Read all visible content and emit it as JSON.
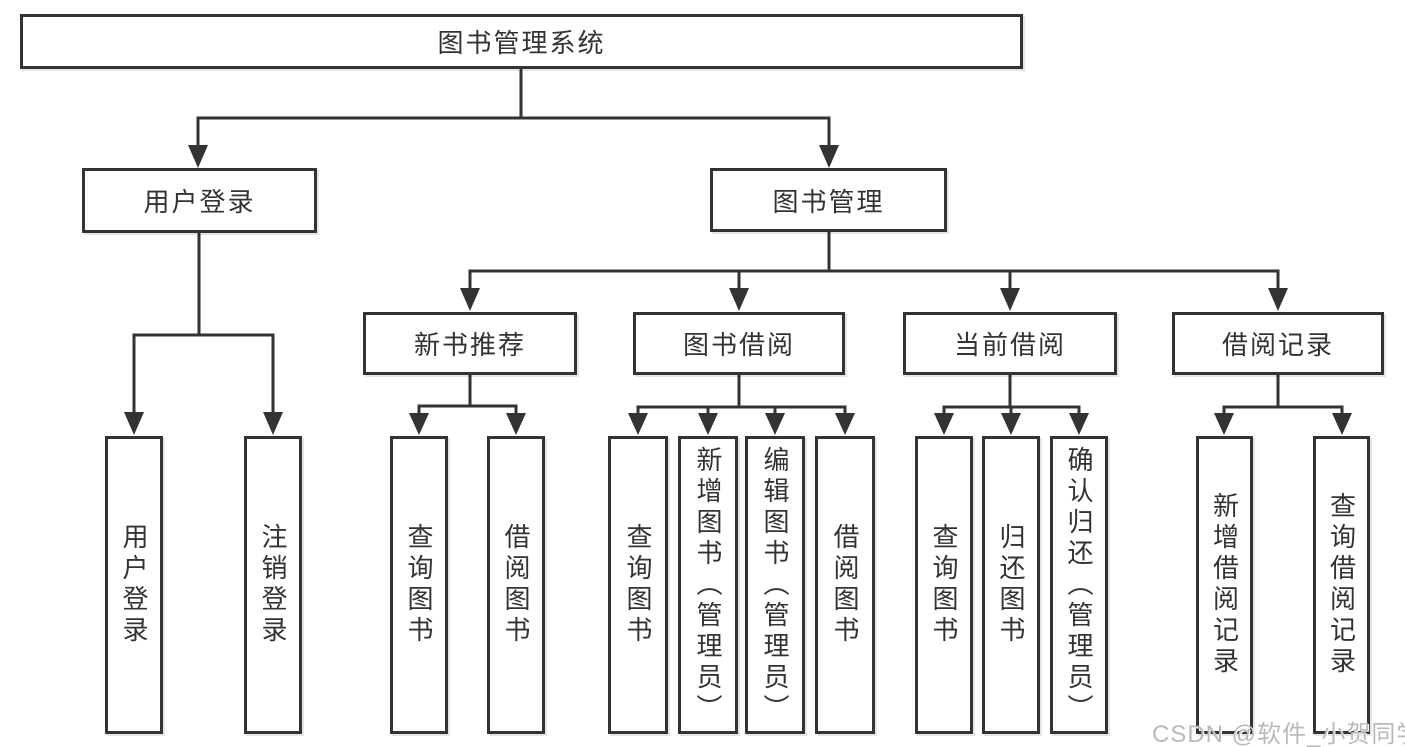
{
  "diagram": {
    "root": "图书管理系统",
    "user_login": "用户登录",
    "book_mgmt": "图书管理",
    "new_book": "新书推荐",
    "book_borrow": "图书借阅",
    "current_borrow": "当前借阅",
    "borrow_record": "借阅记录",
    "user_login_leaves": [
      "用户登录",
      "注销登录"
    ],
    "new_book_leaves": [
      "查询图书",
      "借阅图书"
    ],
    "book_borrow_leaves": [
      "查询图书",
      "新增图书（管理员）",
      "编辑图书（管理员）",
      "借阅图书"
    ],
    "current_borrow_leaves": [
      "查询图书",
      "归还图书",
      "确认归还（管理员）"
    ],
    "borrow_record_leaves": [
      "新增借阅记录",
      "查询借阅记录"
    ]
  },
  "watermark": "CSDN @软件_小贺同学",
  "colors": {
    "line": "#333333",
    "text": "#333333",
    "node_background": "#ffffff",
    "watermark": "#b9b9b9",
    "background": "#ffffff"
  }
}
